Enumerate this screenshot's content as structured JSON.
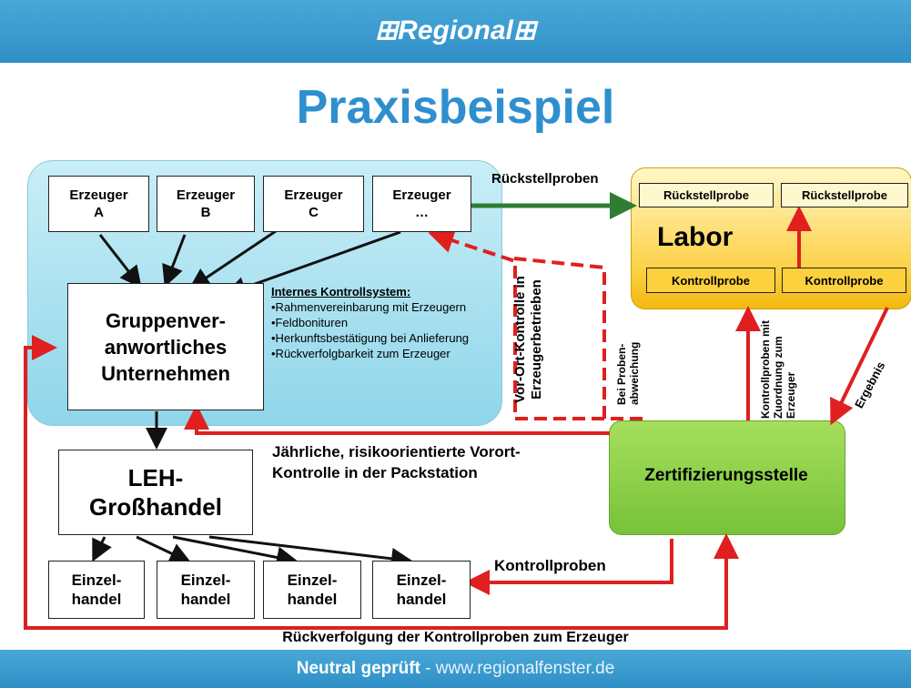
{
  "header": {
    "brand": "Regional"
  },
  "title": "Praxisbeispiel",
  "producers": [
    {
      "name": "Erzeuger",
      "id": "A"
    },
    {
      "name": "Erzeuger",
      "id": "B"
    },
    {
      "name": "Erzeuger",
      "id": "C"
    },
    {
      "name": "Erzeuger",
      "id": "…"
    }
  ],
  "group_company": "Gruppenver-anwortliches Unternehmen",
  "ics": {
    "heading": "Internes Kontrollsystem:",
    "items": [
      "•Rahmenvereinbarung mit Erzeugern",
      "•Feldbonituren",
      "•Herkunftsbestätigung bei Anlieferung",
      "•Rückverfolgbarkeit zum Erzeuger"
    ]
  },
  "wholesale": "LEH-Großhandel",
  "retailers": [
    "Einzel-handel",
    "Einzel-handel",
    "Einzel-handel",
    "Einzel-handel"
  ],
  "lab": {
    "title": "Labor",
    "top_boxes": [
      "Rückstellprobe",
      "Rückstellprobe"
    ],
    "bottom_boxes": [
      "Kontrollprobe",
      "Kontrollprobe"
    ]
  },
  "certifier": "Zertifizierungsstelle",
  "labels": {
    "rueckstellproben": "Rückstellproben",
    "vor_ort": "Vor-Ort-Kontrolle in Erzeugerbetrieben",
    "bei_proben": "Bei Proben-abweichung",
    "kontrollproben_zuordnung": "Kontrollproben mit Zuordnung zum Erzeuger",
    "ergebnis": "Ergebnis",
    "jaehrliche": "Jährliche, risikoorientierte Vorort-Kontrolle in der Packstation",
    "kontrollproben": "Kontrollproben",
    "rueckverfolgung": "Rückverfolgung der Kontrollproben zum Erzeuger"
  },
  "footer": {
    "bold": "Neutral geprüft",
    "rest": " - www.regionalfenster.de"
  },
  "colors": {
    "blue": "#2e8fcf",
    "red": "#e01f1f",
    "green_arrow": "#2e7d32"
  }
}
